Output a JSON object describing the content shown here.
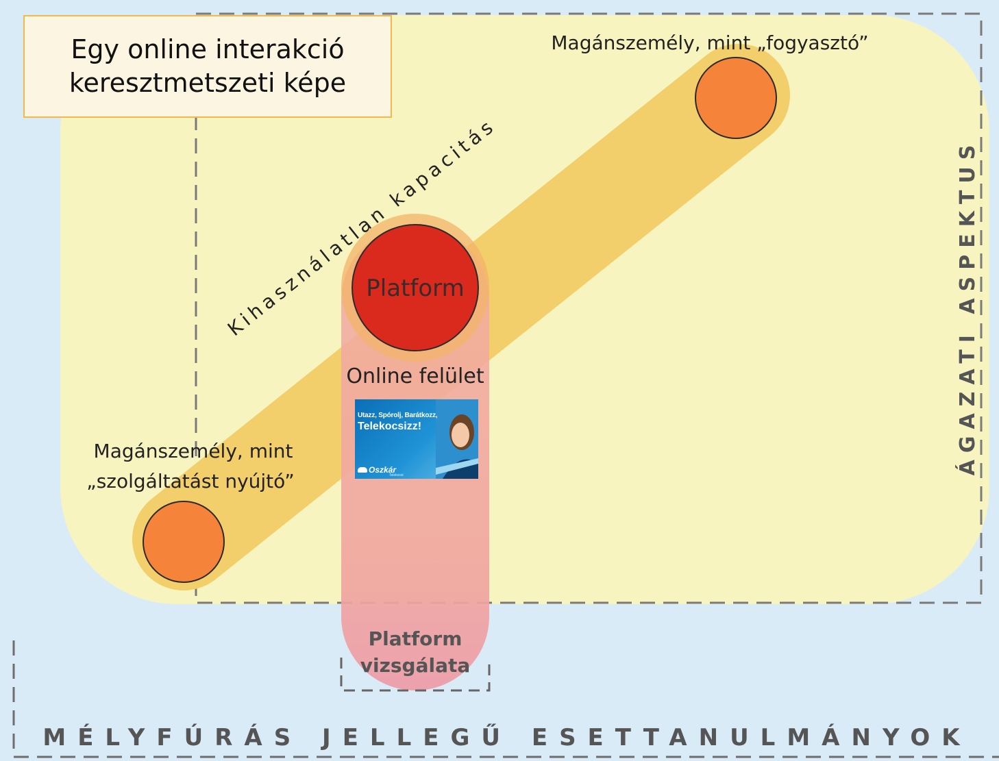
{
  "title": {
    "line1": "Egy online interakció",
    "line2": "keresztmetszeti képe"
  },
  "diagram": {
    "consumer_label": "Magánszemély, mint „fogyasztó”",
    "provider_label_line1": "Magánszemély, mint",
    "provider_label_line2": "„szolgáltatást nyújtó”",
    "capacity_label": "Kihasználatlan kapacitás",
    "platform_label": "Platform",
    "online_label": "Online felület",
    "platform_exam_line1": "Platform",
    "platform_exam_line2": "vizsgálata",
    "sector_label": "ÁGAZATI ASPEKTUS",
    "deep_dive_label": "MÉLYFÚRÁS JELLEGŰ ESETTANULMÁNYOK"
  },
  "ad": {
    "line1": "Utazz, Spórolj, Barátkozz,",
    "line2": "Telekocsizz!",
    "brand": "Oszkár",
    "brand_sub": "Telekocsi"
  },
  "colors": {
    "background": "#d9ebf7",
    "sector_zone": "#f7f4bf",
    "capacity_band": "#f2cf6a",
    "platform_column": "#f2aea0",
    "platform_circle": "#da2a1d",
    "person_circle": "#f5843a",
    "title_border": "#f2b84b"
  }
}
